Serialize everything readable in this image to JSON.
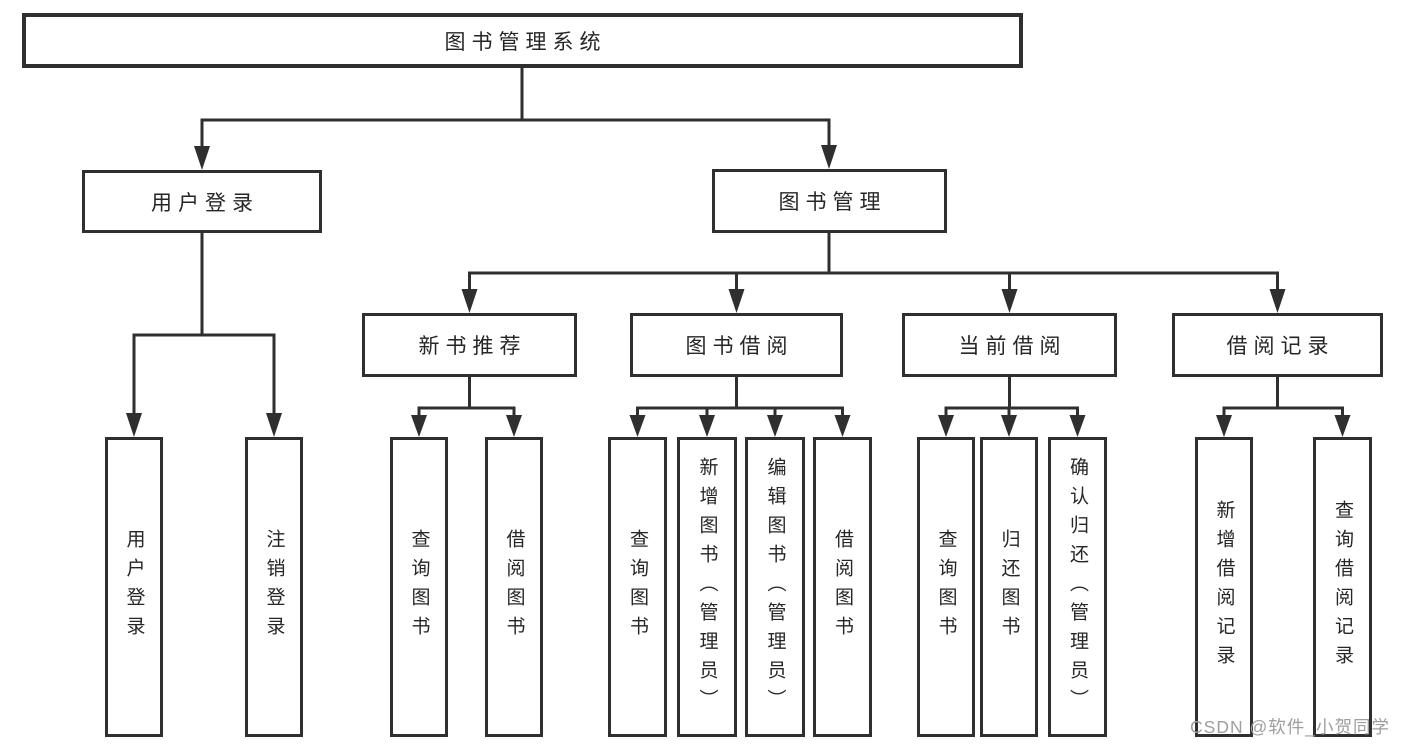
{
  "diagram": {
    "root": "图书管理系统",
    "level2": [
      "用户登录",
      "图书管理"
    ],
    "level3": [
      "新书推荐",
      "图书借阅",
      "当前借阅",
      "借阅记录"
    ],
    "leaves": {
      "user_login": [
        "用户登录",
        "注销登录"
      ],
      "new_book_recommend": [
        "查询图书",
        "借阅图书"
      ],
      "book_borrow": [
        "查询图书",
        "新增图书（管理员）",
        "编辑图书（管理员）",
        "借阅图书"
      ],
      "current_borrow": [
        "查询图书",
        "归还图书",
        "确认归还（管理员）"
      ],
      "borrow_record": [
        "新增借阅记录",
        "查询借阅记录"
      ]
    }
  },
  "watermark": "CSDN @软件_小贺同学",
  "colors": {
    "line": "#2f2f2f",
    "text": "#262626",
    "watermark": "#9e9e9e",
    "background": "#ffffff"
  }
}
